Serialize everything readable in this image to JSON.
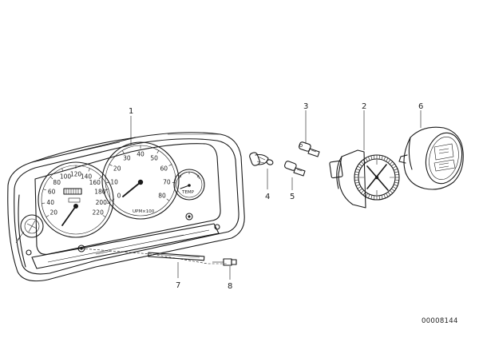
{
  "callouts": [
    "1",
    "2",
    "3",
    "4",
    "5",
    "6",
    "7",
    "8"
  ],
  "speedometer_ticks": [
    "20",
    "40",
    "60",
    "80",
    "100",
    "120",
    "140",
    "160",
    "180",
    "200",
    "220"
  ],
  "tachometer_ticks": [
    "0",
    "10",
    "20",
    "30",
    "40",
    "50",
    "60",
    "70",
    "80"
  ],
  "tachometer_unit": "UPM×100",
  "temp_label": "TEMP",
  "drawing_number": "00008144"
}
